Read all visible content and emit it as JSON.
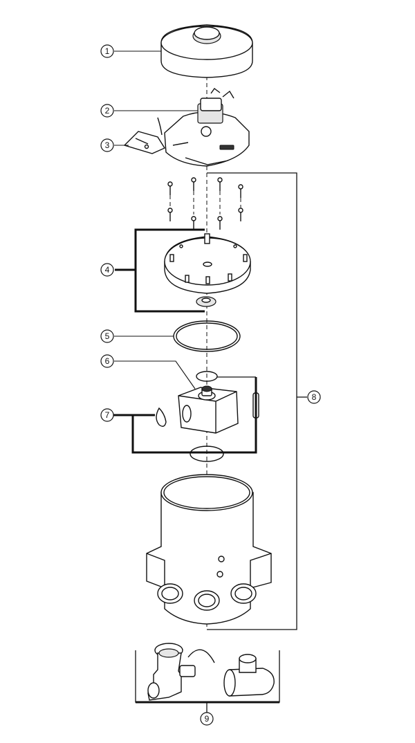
{
  "callouts": [
    {
      "id": "callout-1",
      "label": "1"
    },
    {
      "id": "callout-2",
      "label": "2"
    },
    {
      "id": "callout-3",
      "label": "3"
    },
    {
      "id": "callout-4",
      "label": "4"
    },
    {
      "id": "callout-5",
      "label": "5"
    },
    {
      "id": "callout-6",
      "label": "6"
    },
    {
      "id": "callout-7",
      "label": "7"
    },
    {
      "id": "callout-8",
      "label": "8"
    },
    {
      "id": "callout-9",
      "label": "9"
    }
  ],
  "colors": {
    "ink": "#111111",
    "background": "#ffffff"
  }
}
